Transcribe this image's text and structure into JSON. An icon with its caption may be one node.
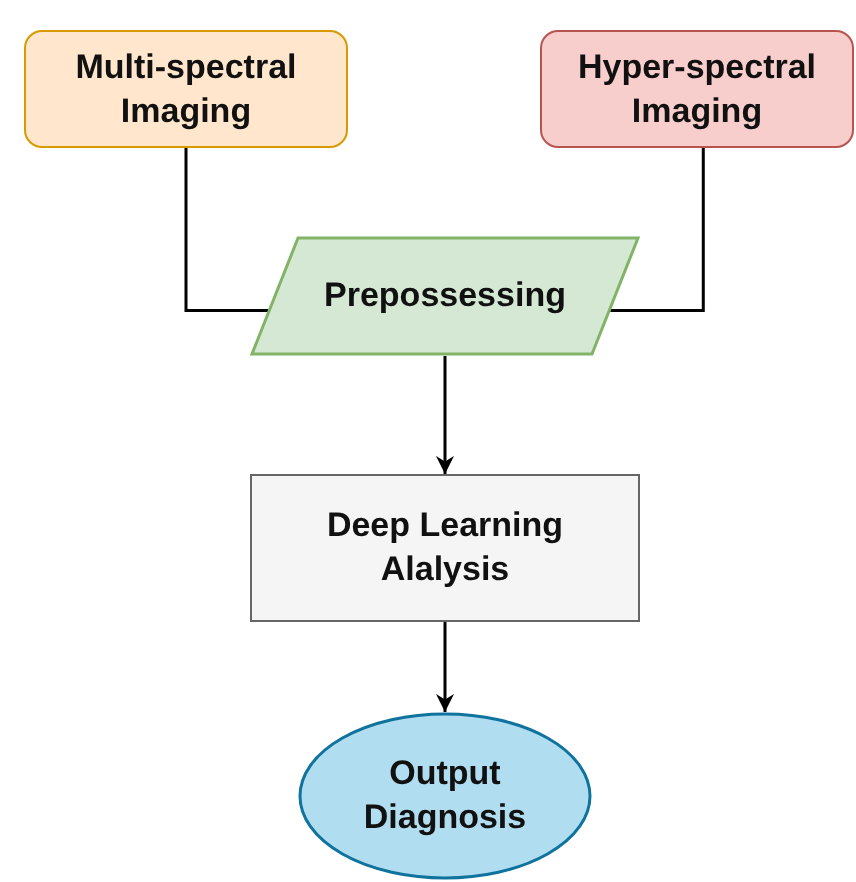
{
  "diagram": {
    "nodes": [
      {
        "text": [
          "Multi-spectral Imaging"
        ]
      },
      {
        "text": [
          "Hyper-spectral Imaging"
        ]
      },
      {
        "text": [
          "Prepossessing"
        ]
      },
      {
        "text": [
          "Deep Learning Alalysis"
        ]
      },
      {
        "text": [
          "Output Diagnosis"
        ]
      }
    ],
    "edges": [
      {
        "from": 0,
        "to": 2,
        "arrow": "none"
      },
      {
        "from": 1,
        "to": 2,
        "arrow": "none"
      },
      {
        "from": 2,
        "to": 3,
        "arrow": "to"
      },
      {
        "from": 3,
        "to": 4,
        "arrow": "to"
      }
    ]
  }
}
